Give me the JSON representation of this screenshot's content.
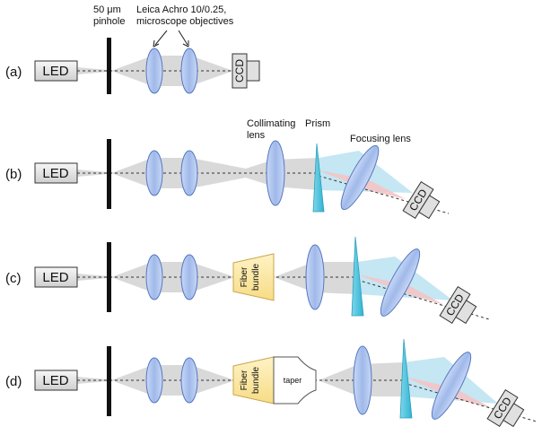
{
  "labels": {
    "pinhole_line1": "50 μm",
    "pinhole_line2": "pinhole",
    "objectives_line1": "Leica Achro 10/0.25,",
    "objectives_line2": "microscope objectives",
    "collimating_line1": "Collimating",
    "collimating_line2": "lens",
    "prism": "Prism",
    "focusing": "Focusing lens"
  },
  "rows": [
    {
      "label": "(a)",
      "led": "LED",
      "ccd": "CCD"
    },
    {
      "label": "(b)",
      "led": "LED",
      "ccd": "CCD"
    },
    {
      "label": "(c)",
      "led": "LED",
      "ccd": "CCD",
      "fiber_line1": "Fiber",
      "fiber_line2": "bundle"
    },
    {
      "label": "(d)",
      "led": "LED",
      "ccd": "CCD",
      "fiber_line1": "Fiber",
      "fiber_line2": "bundle",
      "taper": "taper"
    }
  ],
  "colors": {
    "lens_fill": "#aec3ec",
    "lens_stroke": "#5577c0",
    "beam_gray": "#d9d9d9",
    "beam_blue": "#bfe3f2",
    "beam_red": "#f4c4c4",
    "prism_fill": "#4fc3dc",
    "fiber_fill": "#fde9a8",
    "fiber_stroke": "#c9a64a",
    "led_fill": "#e7e7e7",
    "ccd_fill": "#e0e0e0"
  }
}
